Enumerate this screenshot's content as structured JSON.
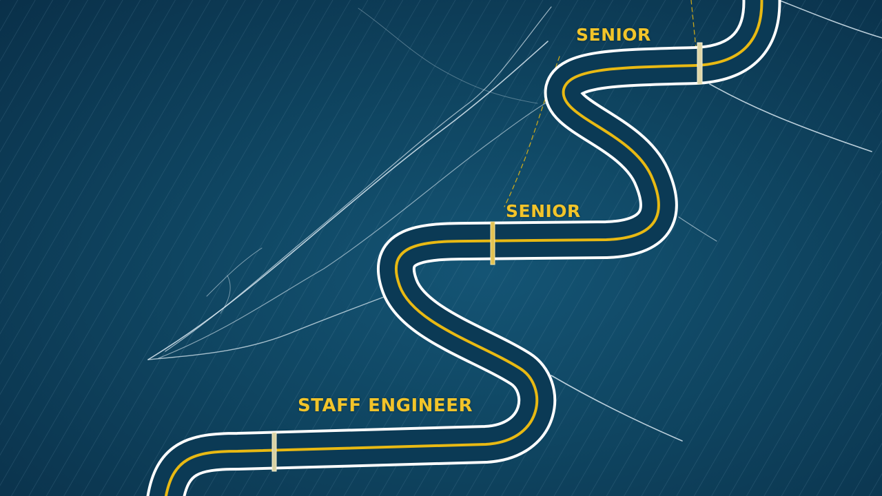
{
  "colors": {
    "background": "#0f4561",
    "road_fill": "#0b3a55",
    "road_edge": "#ffffff",
    "center_line": "#e8b913",
    "label_text": "#f2c42a"
  },
  "milestones": {
    "senior_top": "SENIOR",
    "senior_mid": "SENIOR",
    "staff_engineer": "STAFF ENGINEER"
  }
}
